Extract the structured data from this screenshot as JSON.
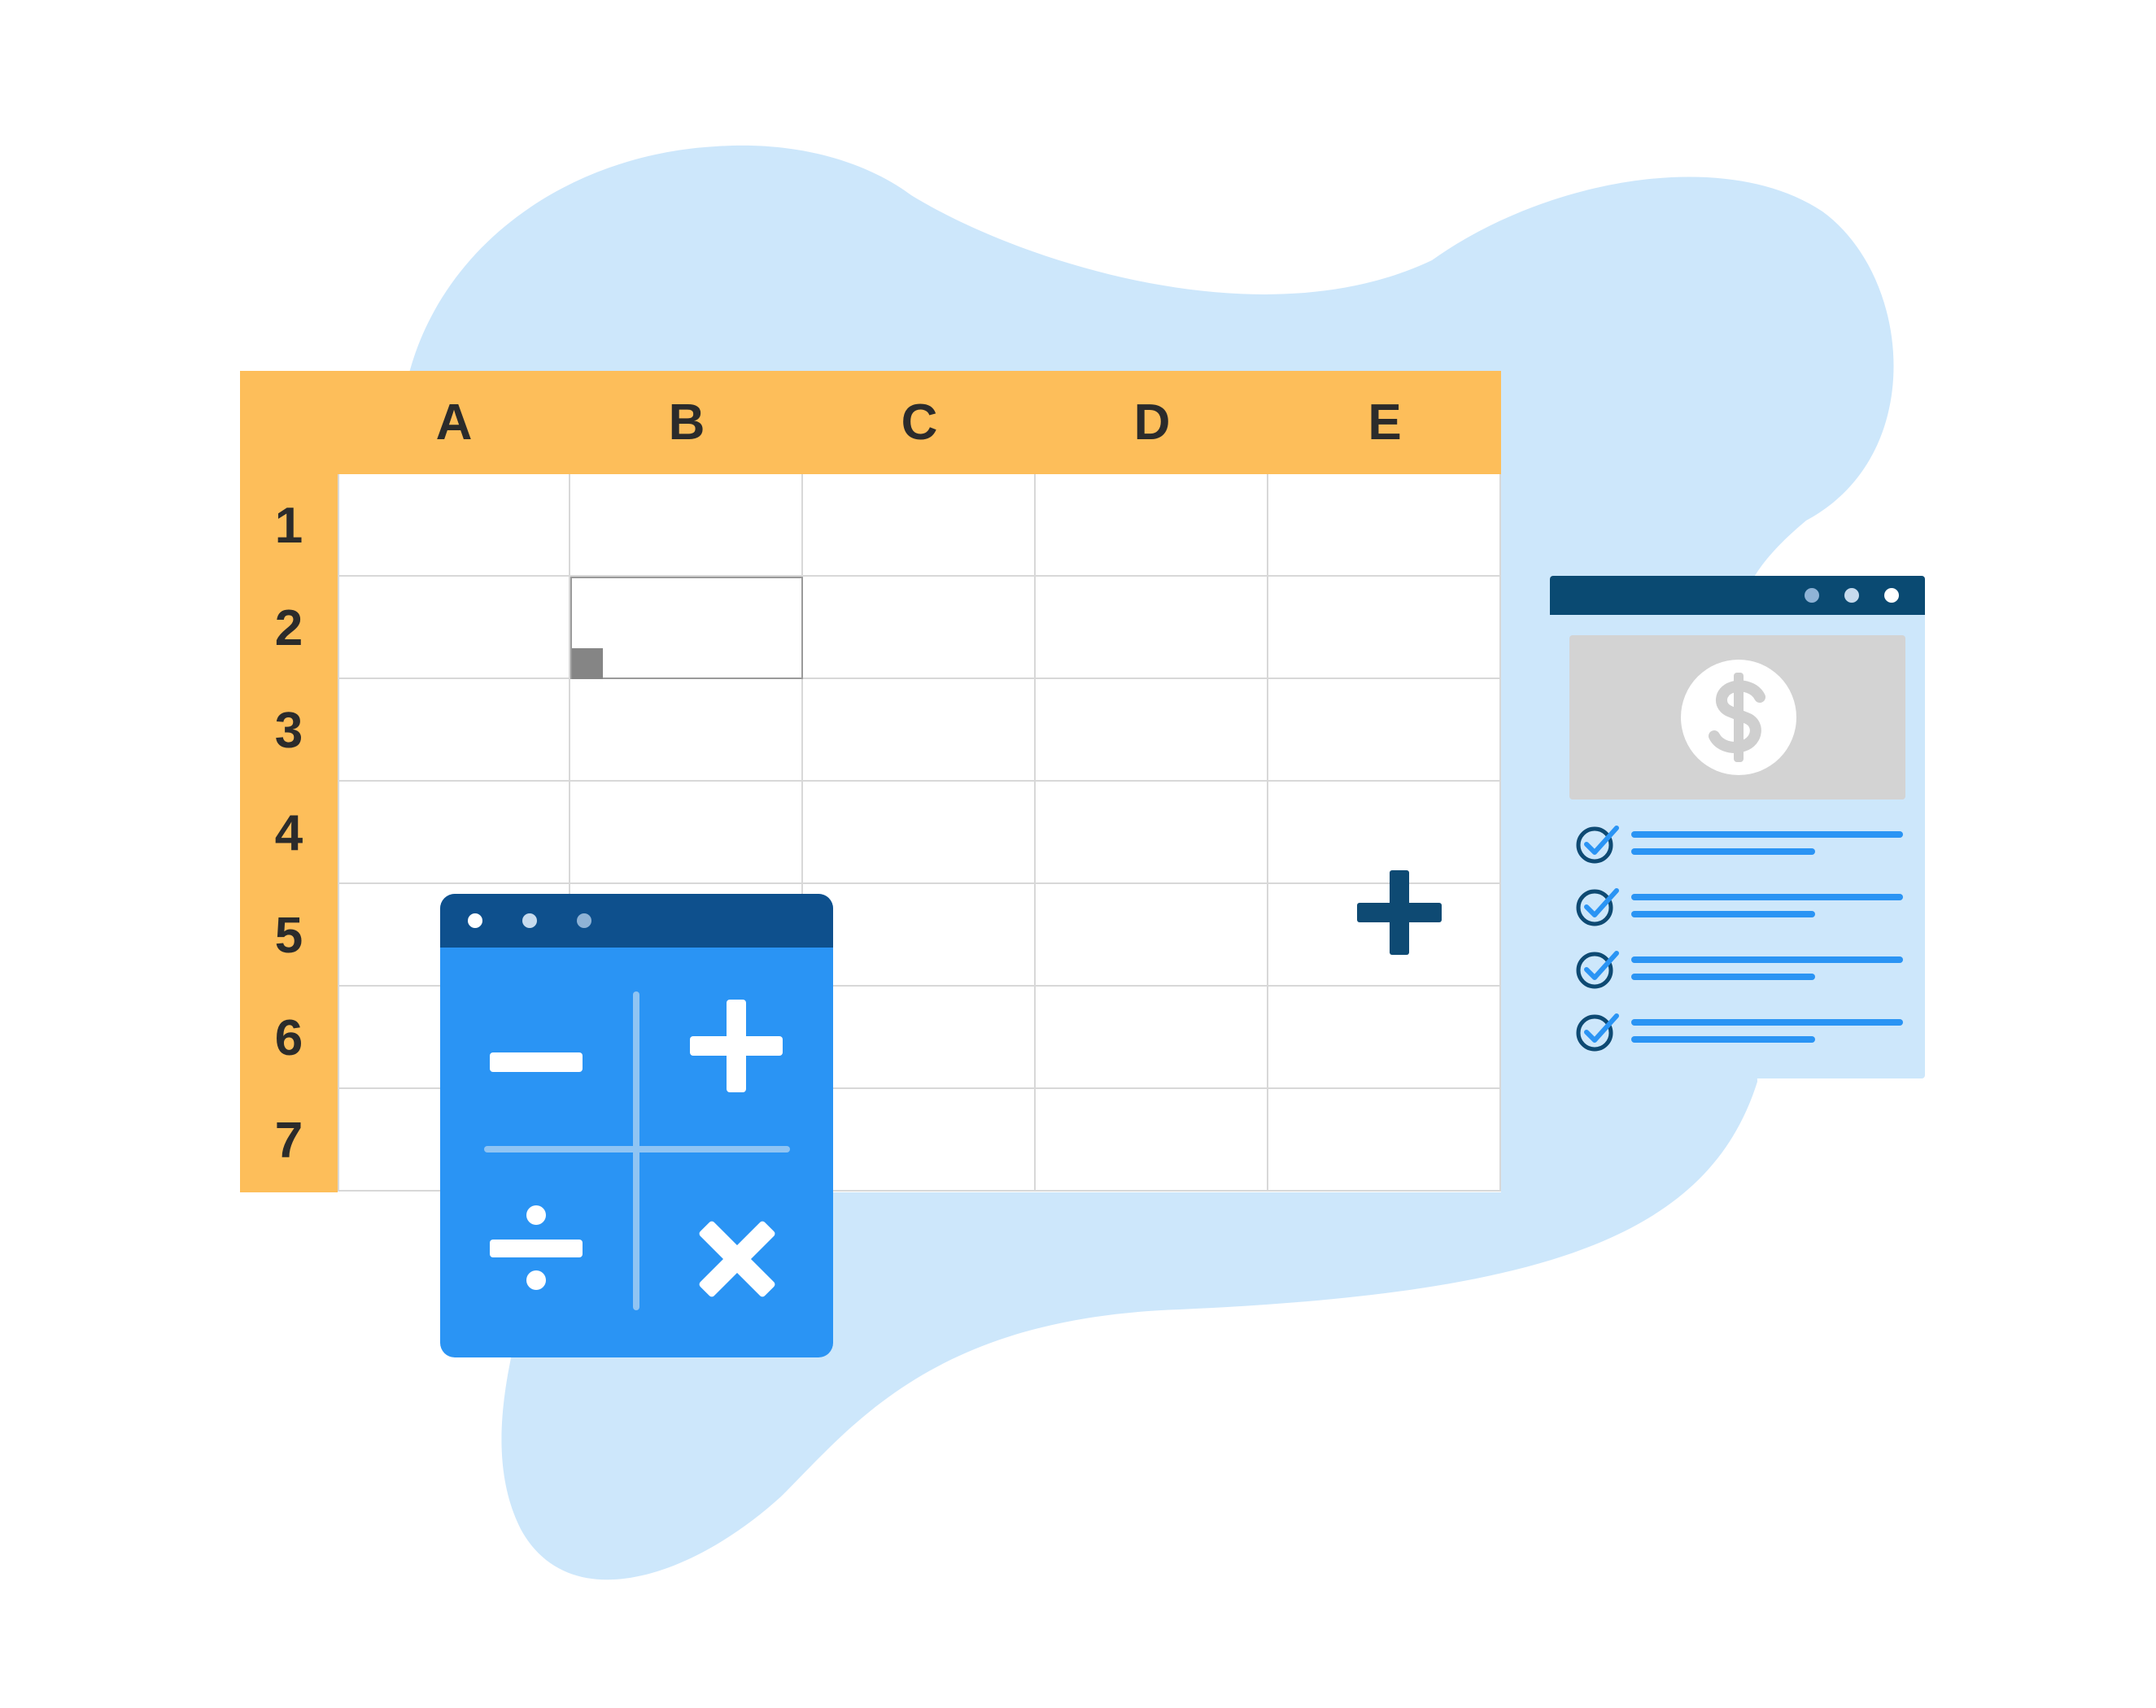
{
  "spreadsheet": {
    "columns": [
      "A",
      "B",
      "C",
      "D",
      "E"
    ],
    "rows": [
      "1",
      "2",
      "3",
      "4",
      "5",
      "6",
      "7"
    ],
    "selected_cell": "B2"
  },
  "colors": {
    "background_blob": "#CDE7FB",
    "header_fill": "#FDBE5A",
    "calculator_body": "#2A94F4",
    "calculator_titlebar": "#0E508D",
    "invoice_titlebar": "#0A4A72",
    "invoice_body": "#CDE7FB",
    "accent_dark": "#0E4A73"
  },
  "calculator": {
    "operators": [
      "minus-icon",
      "plus-icon",
      "divide-icon",
      "multiply-icon"
    ]
  },
  "invoice": {
    "image_icon": "dollar-coin-icon",
    "checklist_count": 4
  }
}
